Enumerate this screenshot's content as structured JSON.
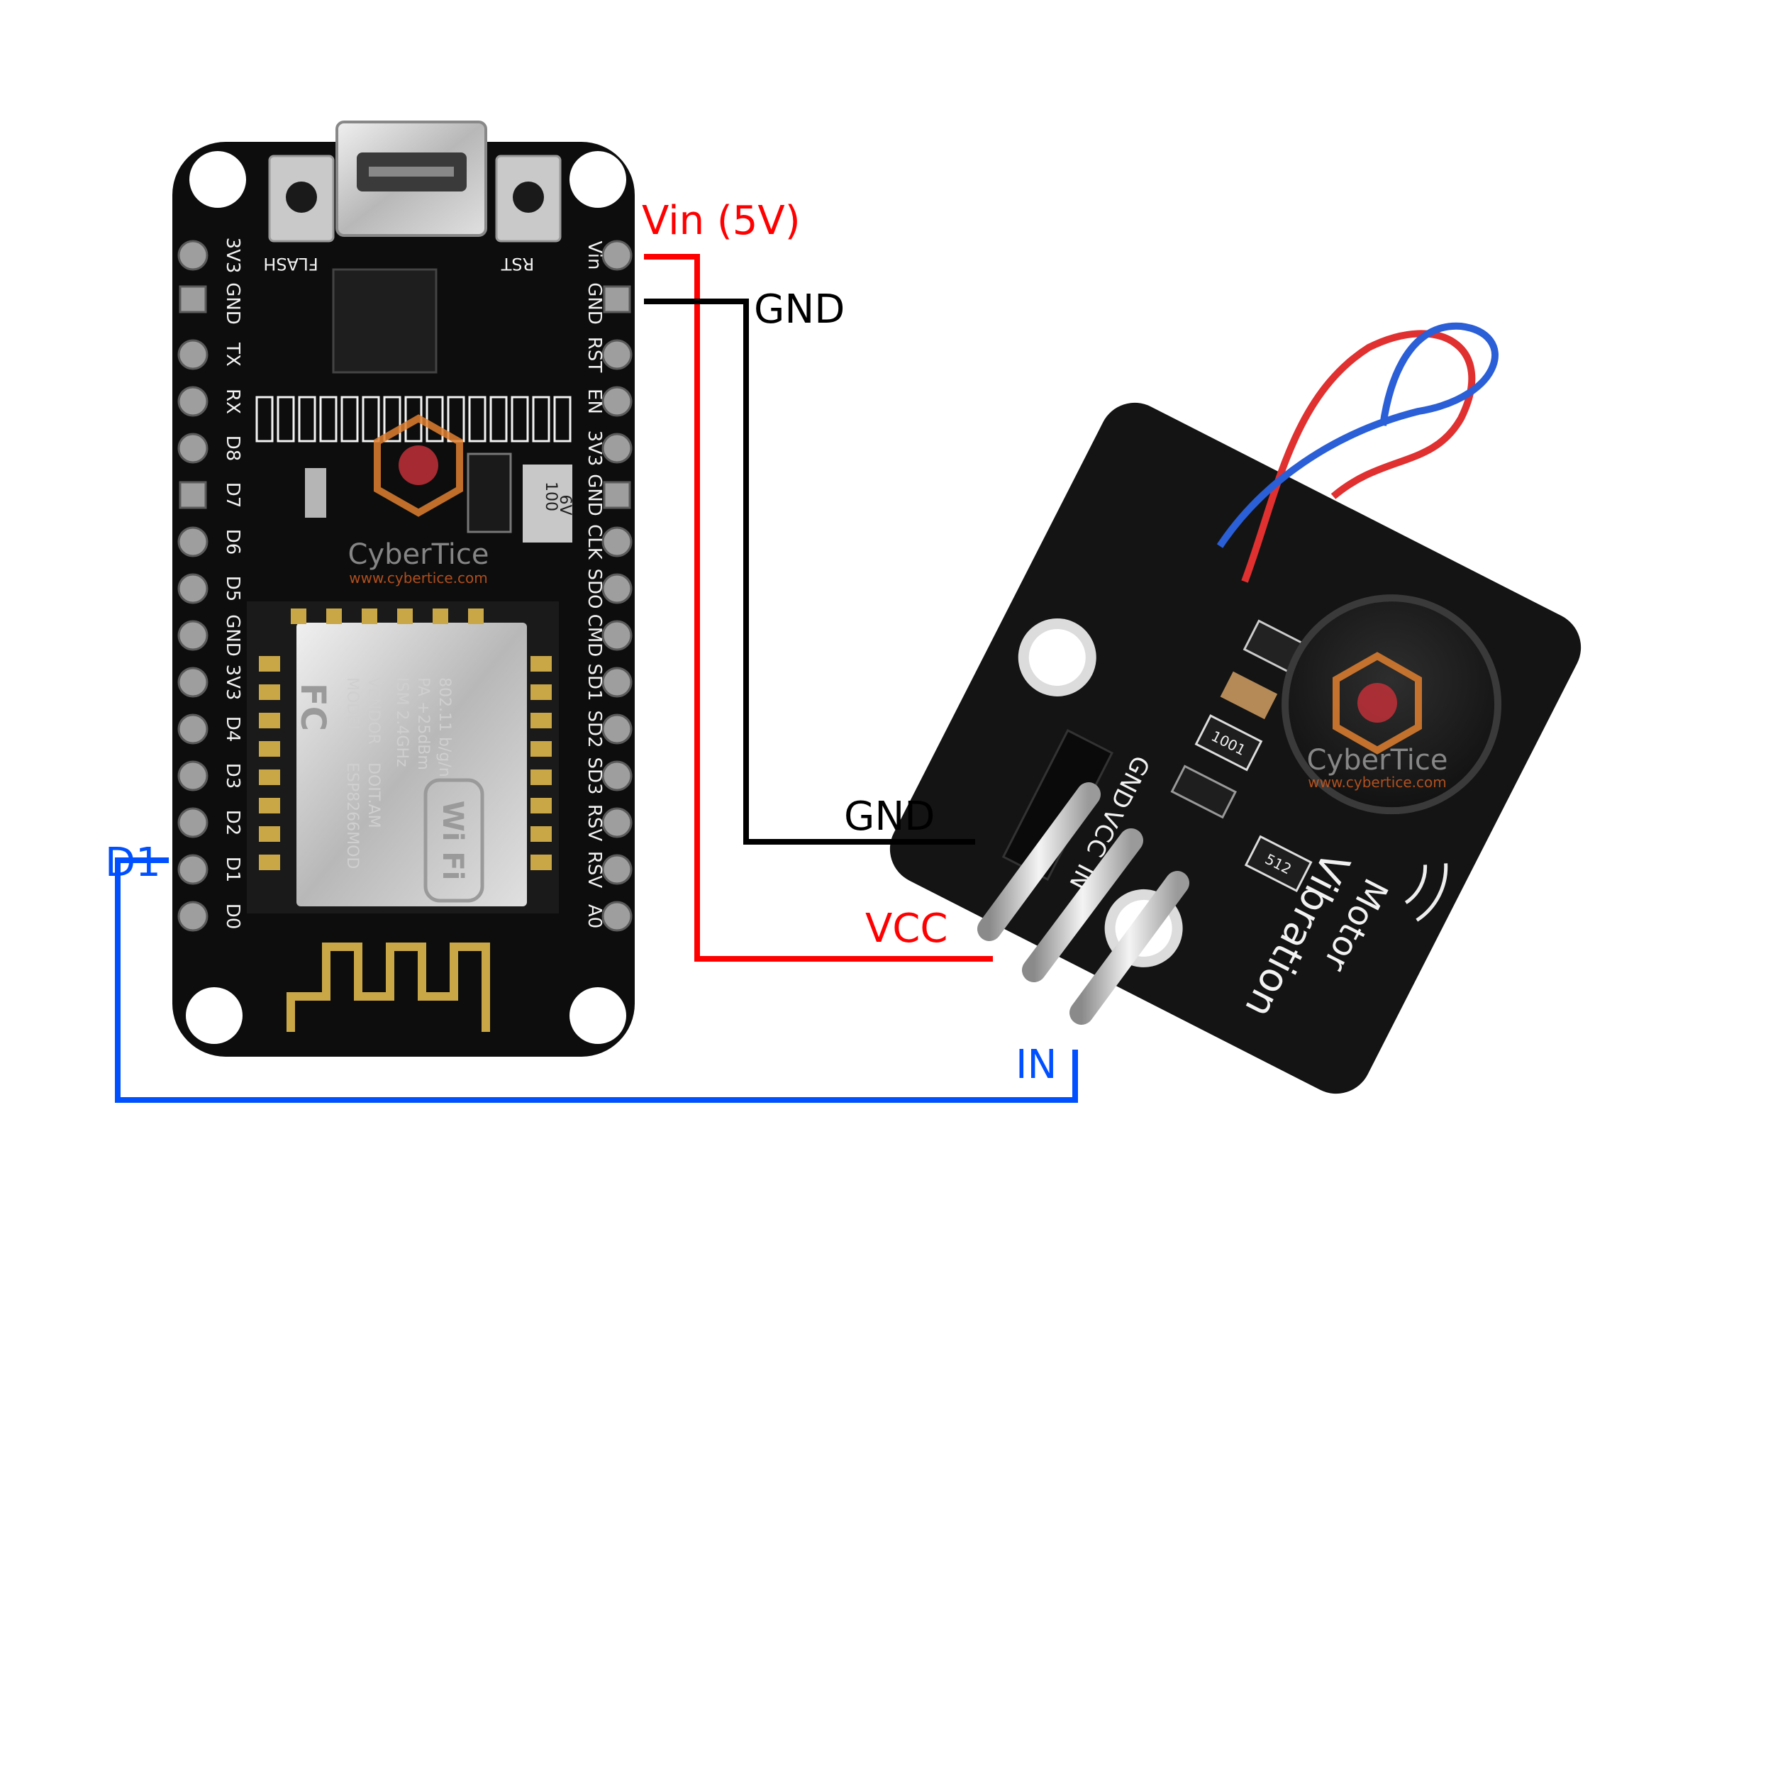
{
  "connections": [
    {
      "from": "Vin (5V)",
      "to": "VCC",
      "color": "#ff0000"
    },
    {
      "from": "GND",
      "to": "GND",
      "color": "#000000"
    },
    {
      "from": "D1",
      "to": "IN",
      "color": "#0050ff"
    }
  ],
  "wire_labels": {
    "vin": "Vin (5V)",
    "gnd_top": "GND",
    "gnd_module": "GND",
    "vcc": "VCC",
    "d1": "D1",
    "in": "IN"
  },
  "nodemcu": {
    "left_pins": [
      "3V3",
      "GND",
      "TX",
      "RX",
      "D8",
      "D7",
      "D6",
      "D5",
      "GND",
      "3V3",
      "D4",
      "D3",
      "D2",
      "D1",
      "D0"
    ],
    "right_pins": [
      "Vin",
      "GND",
      "RST",
      "EN",
      "3V3",
      "GND",
      "CLK",
      "SDO",
      "CMD",
      "SD1",
      "SD2",
      "SD3",
      "RSV",
      "RSV",
      "A0"
    ],
    "button_left": "FLASH",
    "button_right": "RST",
    "capacitor": [
      "100",
      "6V"
    ],
    "module_text": [
      "MODEL",
      "VENDOR",
      "ESP8266MOD",
      "DOIT.AM",
      "ISM 2.4GHz",
      "PA +25dBm",
      "802.11 b/g/n"
    ],
    "module_badges": [
      "FC",
      "Wi Fi"
    ]
  },
  "vibration_module": {
    "pins": [
      "GND",
      "VCC",
      "IN"
    ],
    "title_line1": "Vibration",
    "title_line2": "Motor",
    "resistor_1": "1001",
    "resistor_2": "512"
  },
  "watermark": {
    "brand": "CyberTice",
    "url": "www.cybertice.com"
  },
  "colors": {
    "vin_wire": "#ff0000",
    "gnd_wire": "#000000",
    "signal_wire": "#0050ff",
    "pcb": "#0d0d0d",
    "gold_pad": "#c9a646"
  }
}
